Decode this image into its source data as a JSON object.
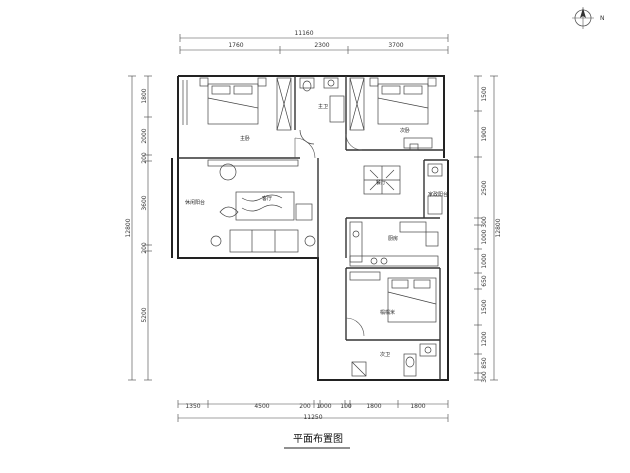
{
  "title": "平面布置图",
  "compass": {
    "icon": "north-arrow-icon"
  },
  "dimensions": {
    "top_total": "11160",
    "top_segments": [
      "1760",
      "2300",
      "3700"
    ],
    "bottom_total": "11250",
    "bottom_segments": [
      "1350",
      "4500",
      "200",
      "1000",
      "100",
      "1800",
      "1800"
    ],
    "left_total": "12800",
    "left_segments": [
      "1800",
      "2000",
      "200",
      "3600",
      "200",
      "5200"
    ],
    "right_total": "12800",
    "right_segments": [
      "1500",
      "1900",
      "2500",
      "300",
      "1000",
      "1000",
      "650",
      "1500",
      "1200",
      "850",
      "300"
    ]
  },
  "rooms": {
    "master_bedroom": "主卧",
    "master_bath": "主卫",
    "second_bedroom": "次卧",
    "living_room": "客厅",
    "leisure_balcony": "休闲阳台",
    "dining": "餐厅",
    "utility_balcony": "家政阳台",
    "kitchen": "厨房",
    "bunk_room": "榻榻米",
    "guest_bath": "次卫"
  }
}
